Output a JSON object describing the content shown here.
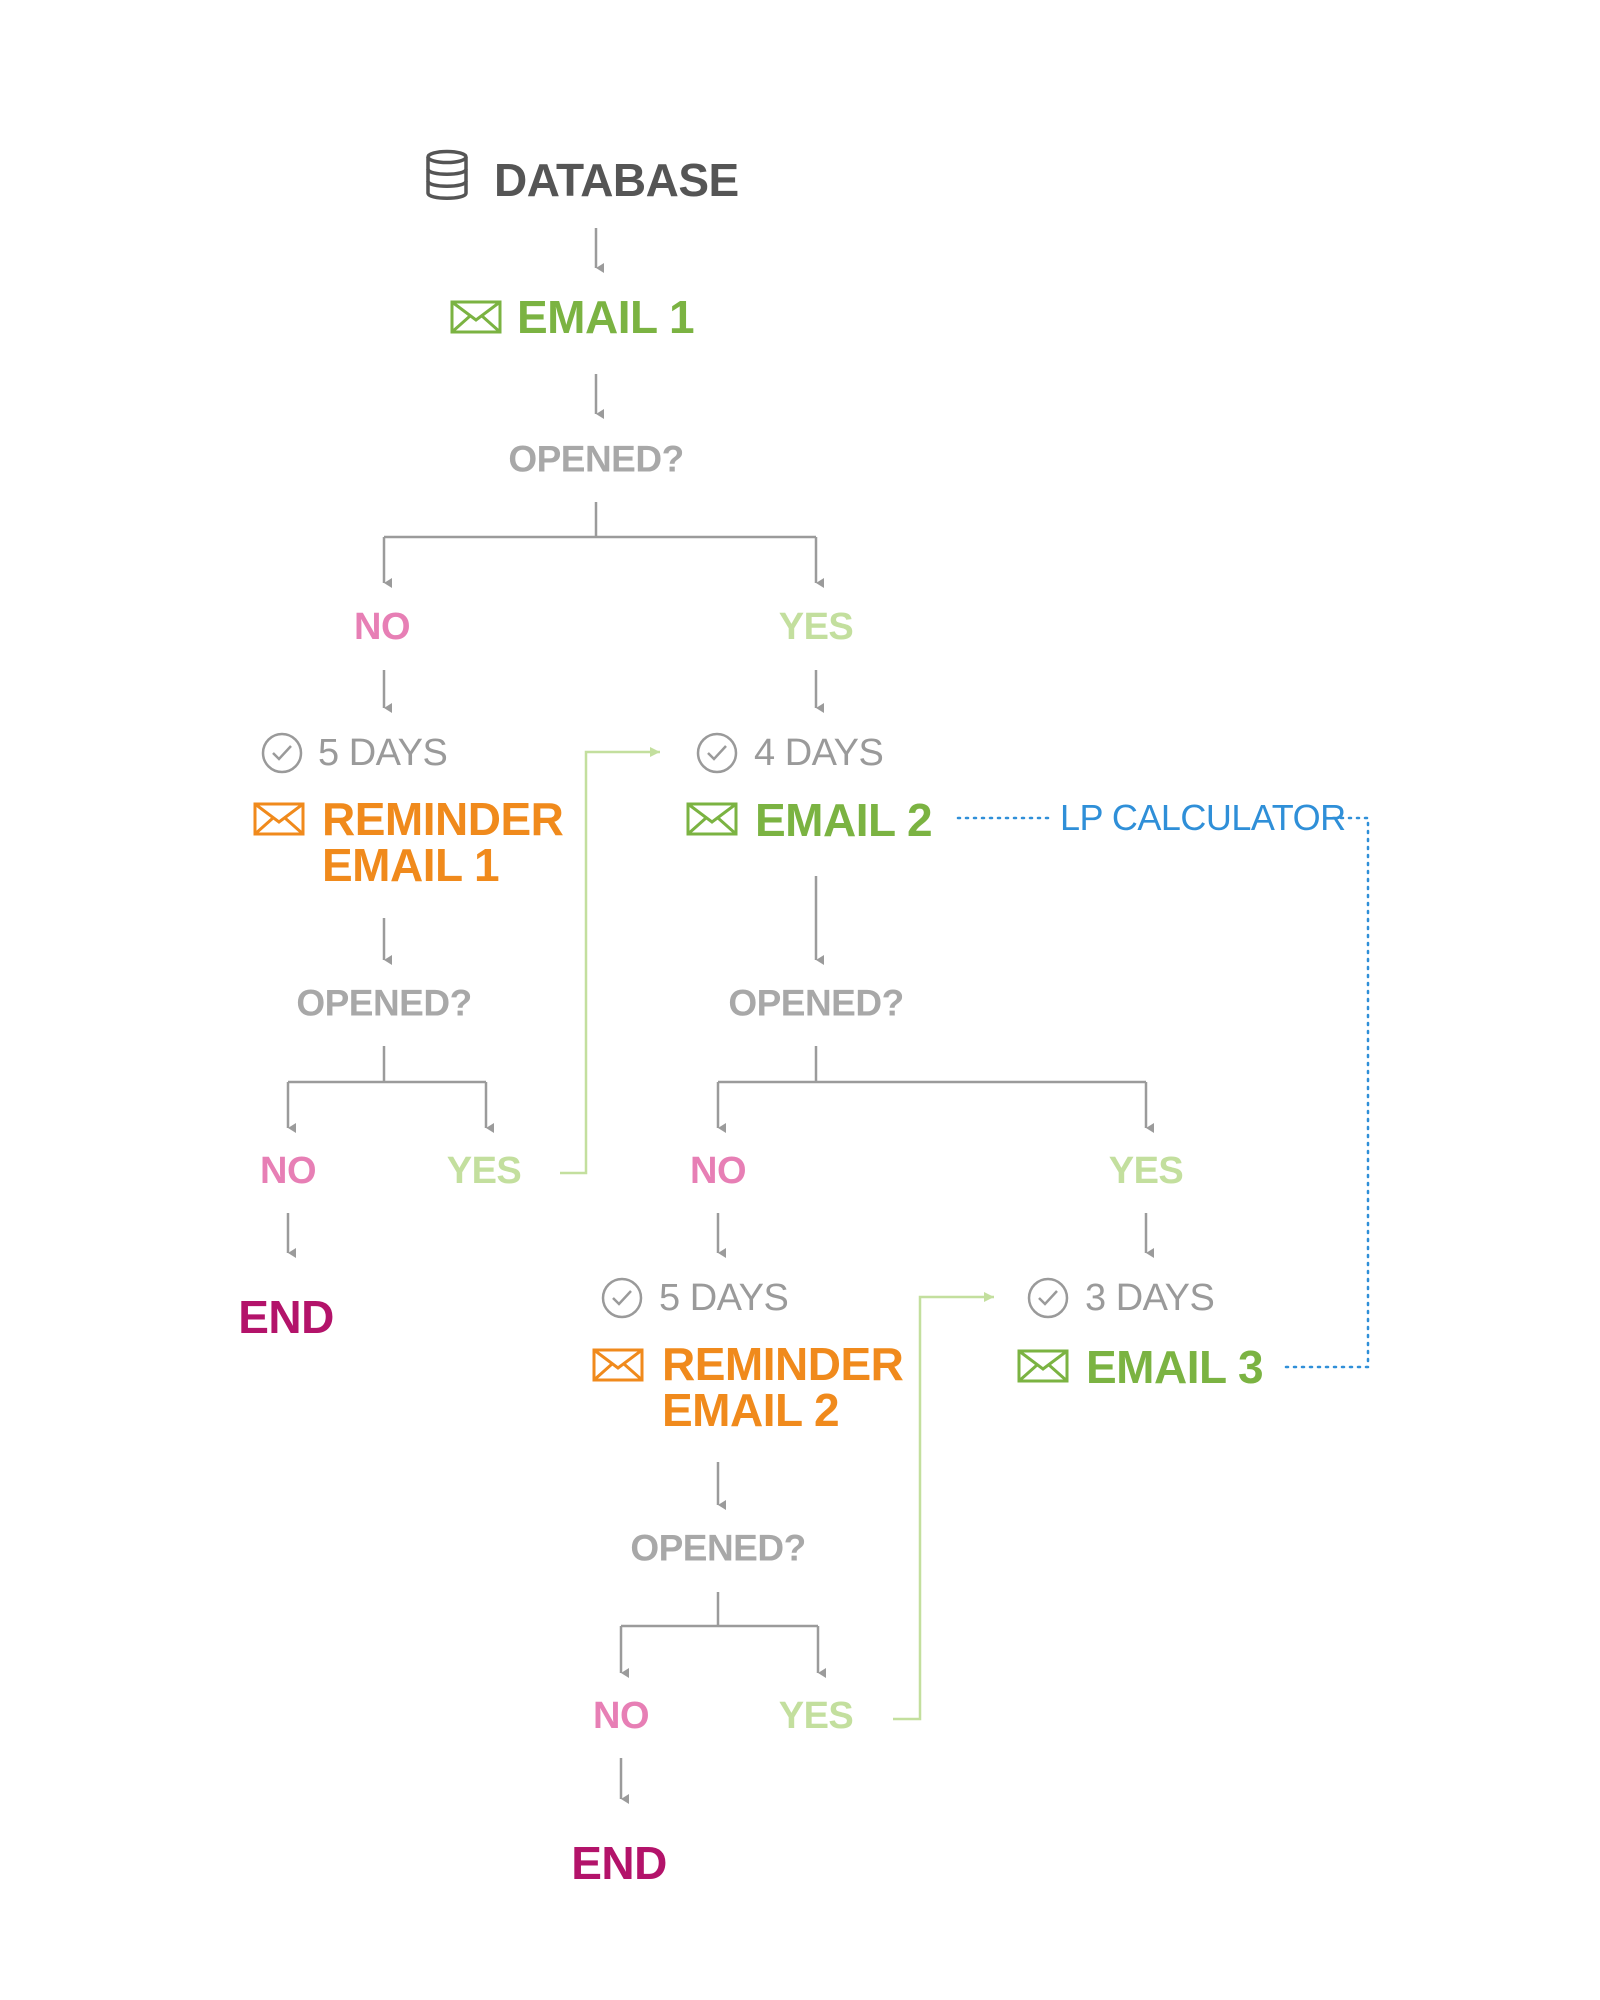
{
  "nodes": {
    "database": "DATABASE",
    "email1": "EMAIL 1",
    "opened1": "OPENED?",
    "no1": "NO",
    "yes1": "YES",
    "days_a": "5 DAYS",
    "reminder1_line1": "REMINDER",
    "reminder1_line2": "EMAIL 1",
    "opened2": "OPENED?",
    "no2": "NO",
    "yes2": "YES",
    "end1": "END",
    "days_b": "4 DAYS",
    "email2": "EMAIL 2",
    "lp_calculator": "LP CALCULATOR",
    "opened3": "OPENED?",
    "no3": "NO",
    "yes3": "YES",
    "days_c": "5 DAYS",
    "reminder2_line1": "REMINDER",
    "reminder2_line2": "EMAIL 2",
    "opened4": "OPENED?",
    "no4": "NO",
    "yes4": "YES",
    "end2": "END",
    "days_d": "3 DAYS",
    "email3": "EMAIL 3"
  },
  "colors": {
    "database": "#555555",
    "email": "#7bb342",
    "reminder": "#f08a1c",
    "question": "#a8a8a8",
    "no": "#e77fb5",
    "yes": "#c3df9e",
    "end": "#b3136a",
    "days": "#9a9a9a",
    "lp_link": "#2f8fd8",
    "arrow": "#9b9b9b",
    "yes_connector": "#c3df9e"
  },
  "icons": {
    "database": "database-icon",
    "email": "envelope-icon",
    "days": "check-circle-icon"
  }
}
